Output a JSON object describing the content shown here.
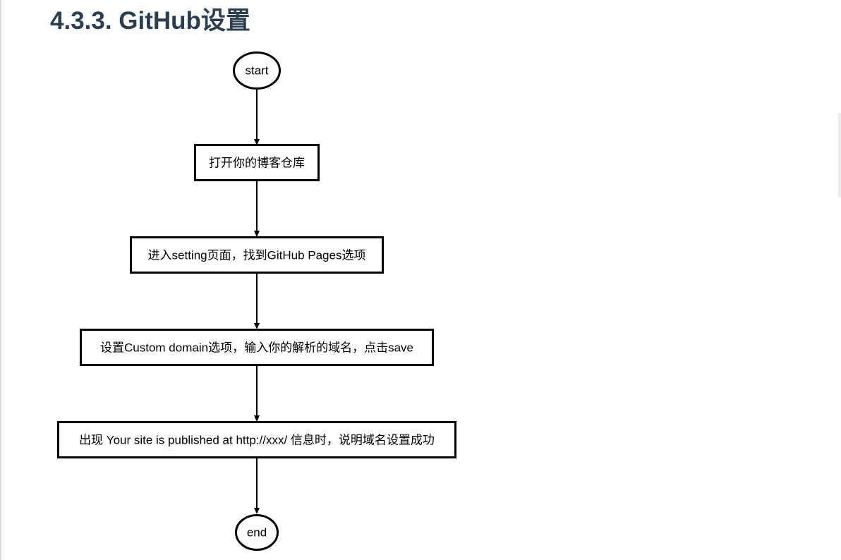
{
  "heading": "4.3.3. GitHub设置",
  "flowchart": {
    "start": "start",
    "steps": [
      "打开你的博客仓库",
      "进入setting页面，找到GitHub Pages选项",
      "设置Custom domain选项，输入你的解析的域名，点击save",
      "出现 Your site is published at http://xxx/ 信息时，说明域名设置成功"
    ],
    "end": "end"
  }
}
